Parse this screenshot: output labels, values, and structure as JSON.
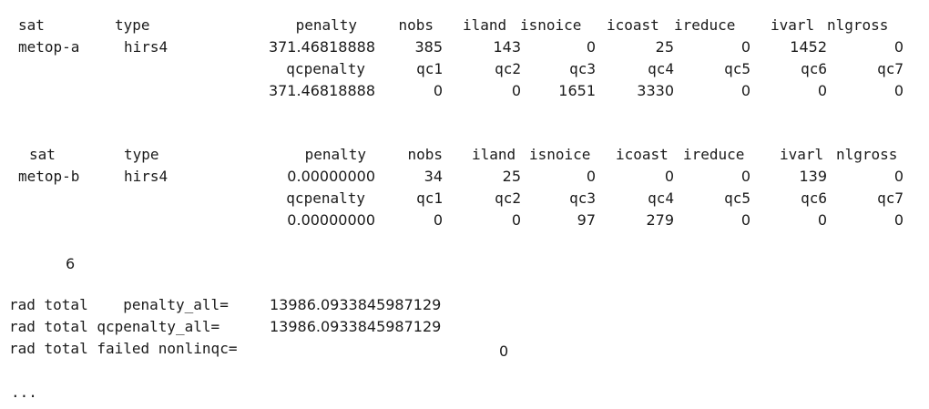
{
  "block_a": {
    "header": [
      "sat",
      "type",
      "penalty",
      "nobs",
      "iland",
      "isnoice",
      "icoast",
      "ireduce",
      "ivarl",
      "nlgross"
    ],
    "values": [
      "metop-a",
      "hirs4",
      "371.46818888",
      "385",
      "143",
      "0",
      "25",
      "0",
      "1452",
      "0"
    ],
    "qc_header": [
      "qcpenalty",
      "qc1",
      "qc2",
      "qc3",
      "qc4",
      "qc5",
      "qc6",
      "qc7"
    ],
    "qc_values": [
      "371.46818888",
      "0",
      "0",
      "1651",
      "3330",
      "0",
      "0",
      "0"
    ]
  },
  "block_b": {
    "header": [
      "sat",
      "type",
      "penalty",
      "nobs",
      "iland",
      "isnoice",
      "icoast",
      "ireduce",
      "ivarl",
      "nlgross"
    ],
    "values": [
      "metop-b",
      "hirs4",
      "0.00000000",
      "34",
      "25",
      "0",
      "0",
      "0",
      "139",
      "0"
    ],
    "qc_header": [
      "qcpenalty",
      "qc1",
      "qc2",
      "qc3",
      "qc4",
      "qc5",
      "qc6",
      "qc7"
    ],
    "qc_values": [
      "0.00000000",
      "0",
      "0",
      "97",
      "279",
      "0",
      "0",
      "0"
    ]
  },
  "count": "6",
  "totals": [
    {
      "label": "rad total    penalty_all=",
      "value": "13986.0933845987129"
    },
    {
      "label": "rad total qcpenalty_all=",
      "value": "13986.0933845987129"
    },
    {
      "label": "rad total failed nonlinqc=",
      "value": "0"
    }
  ],
  "ellipsis": "..."
}
